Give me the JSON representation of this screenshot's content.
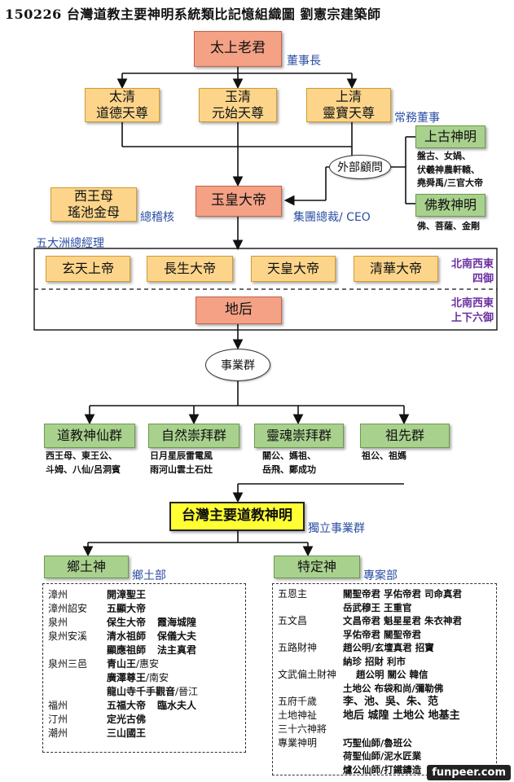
{
  "title": "150226 台灣道教主要神明系統類比記憶組織圖 劉憲宗建築師",
  "top": {
    "name": "太上老君",
    "role": "董事長"
  },
  "sanqing": [
    {
      "line1": "太清",
      "line2": "道德天尊"
    },
    {
      "line1": "玉清",
      "line2": "元始天尊"
    },
    {
      "line1": "上清",
      "line2": "靈寶天尊"
    }
  ],
  "sanqing_role": "常務董事",
  "advisor": {
    "label": "外部顧問",
    "ancient": {
      "name": "上古神明",
      "desc1": "盤古、女媧、",
      "desc2": "伏羲神農軒轅、",
      "desc3": "堯舜禹/三官大帝"
    },
    "buddhist": {
      "name": "佛教神明",
      "desc": "佛、菩薩、金剛"
    }
  },
  "xiwangmu": {
    "line1": "西王母",
    "line2": "瑤池金母",
    "role": "總稽核"
  },
  "jade": {
    "name": "玉皇大帝",
    "role": "集團總裁/ CEO"
  },
  "continent_label": "五大洲總經理",
  "four_emperors": [
    "玄天上帝",
    "長生大帝",
    "天皇大帝",
    "清華大帝"
  ],
  "four_label": {
    "line1": "北南西東",
    "line2": "四御"
  },
  "earth": {
    "name": "地后"
  },
  "six_label": {
    "line1": "北南西東",
    "line2": "上下六御"
  },
  "business_group": "事業群",
  "groups": [
    {
      "name": "道教神仙群",
      "desc1": "西王母、東王公、",
      "desc2": "斗姆、八仙/呂洞賓"
    },
    {
      "name": "自然崇拜群",
      "desc1": "日月星辰雷電風",
      "desc2": "雨河山雲土石灶"
    },
    {
      "name": "靈魂崇拜群",
      "desc1": "關公、媽祖、",
      "desc2": "岳飛、鄭成功"
    },
    {
      "name": "祖先群",
      "desc1": "祖公、祖媽",
      "desc2": ""
    }
  ],
  "main": {
    "name": "台灣主要道教神明",
    "role": "獨立事業群"
  },
  "local": {
    "name": "鄉土神",
    "role": "鄉土部",
    "rows": [
      {
        "loc": "漳州",
        "g1": "開漳聖王",
        "g2": ""
      },
      {
        "loc": "漳州詔安",
        "g1": "五顯大帝",
        "g2": ""
      },
      {
        "loc": "泉州",
        "g1": "保生大帝",
        "g2": "霞海城隍"
      },
      {
        "loc": "泉州安溪",
        "g1": "清水祖師",
        "g2": "保儀大夫"
      },
      {
        "loc": "",
        "g1": "顯應祖師",
        "g2": "法主真君"
      },
      {
        "loc": "泉州三邑",
        "g1": "青山王",
        "g2": "/惠安"
      },
      {
        "loc": "",
        "g1": "廣澤尊王",
        "g2": "/南安"
      },
      {
        "loc": "",
        "g1": "龍山寺千手觀音",
        "g2": "/晉江"
      },
      {
        "loc": "福州",
        "g1": "五福大帝",
        "g2": "臨水夫人"
      },
      {
        "loc": "汀州",
        "g1": "定光古佛",
        "g2": ""
      },
      {
        "loc": "潮州",
        "g1": "三山國王",
        "g2": ""
      }
    ]
  },
  "special": {
    "name": "特定神",
    "role": "專案部",
    "rows": [
      {
        "cat": "五恩主",
        "gods": "關聖帝君 孚佑帝君 司命真君"
      },
      {
        "cat": "",
        "gods": "岳武穆王 王重官"
      },
      {
        "cat": "五文昌",
        "gods": "文昌帝君 魁星星君 朱衣神君"
      },
      {
        "cat": "",
        "gods": "孚佑帝君 關聖帝君"
      },
      {
        "cat": "五路財神",
        "gods": "趙公明/玄壇真君 招寶"
      },
      {
        "cat": "",
        "gods": "納珍 招財 利市"
      },
      {
        "cat": "文武偏土財神",
        "gods": "趙公明 關公 韓信"
      },
      {
        "cat": "",
        "gods": "土地公 布袋和尚/彌勒佛"
      },
      {
        "cat": "五府千歲",
        "gods": "李、池、吳、朱、范"
      },
      {
        "cat": "土地神祉",
        "gods": "地后 城隍 土地公 地基主"
      },
      {
        "cat": "三十六神將",
        "gods": ""
      },
      {
        "cat": "專業神明",
        "gods": "巧聖仙師/魯班公"
      },
      {
        "cat": "",
        "gods": "荷聖仙師/泥水匠業"
      },
      {
        "cat": "",
        "gods": "爐公仙師/打鐵鑄造"
      }
    ]
  },
  "watermark": "funpeer.com"
}
